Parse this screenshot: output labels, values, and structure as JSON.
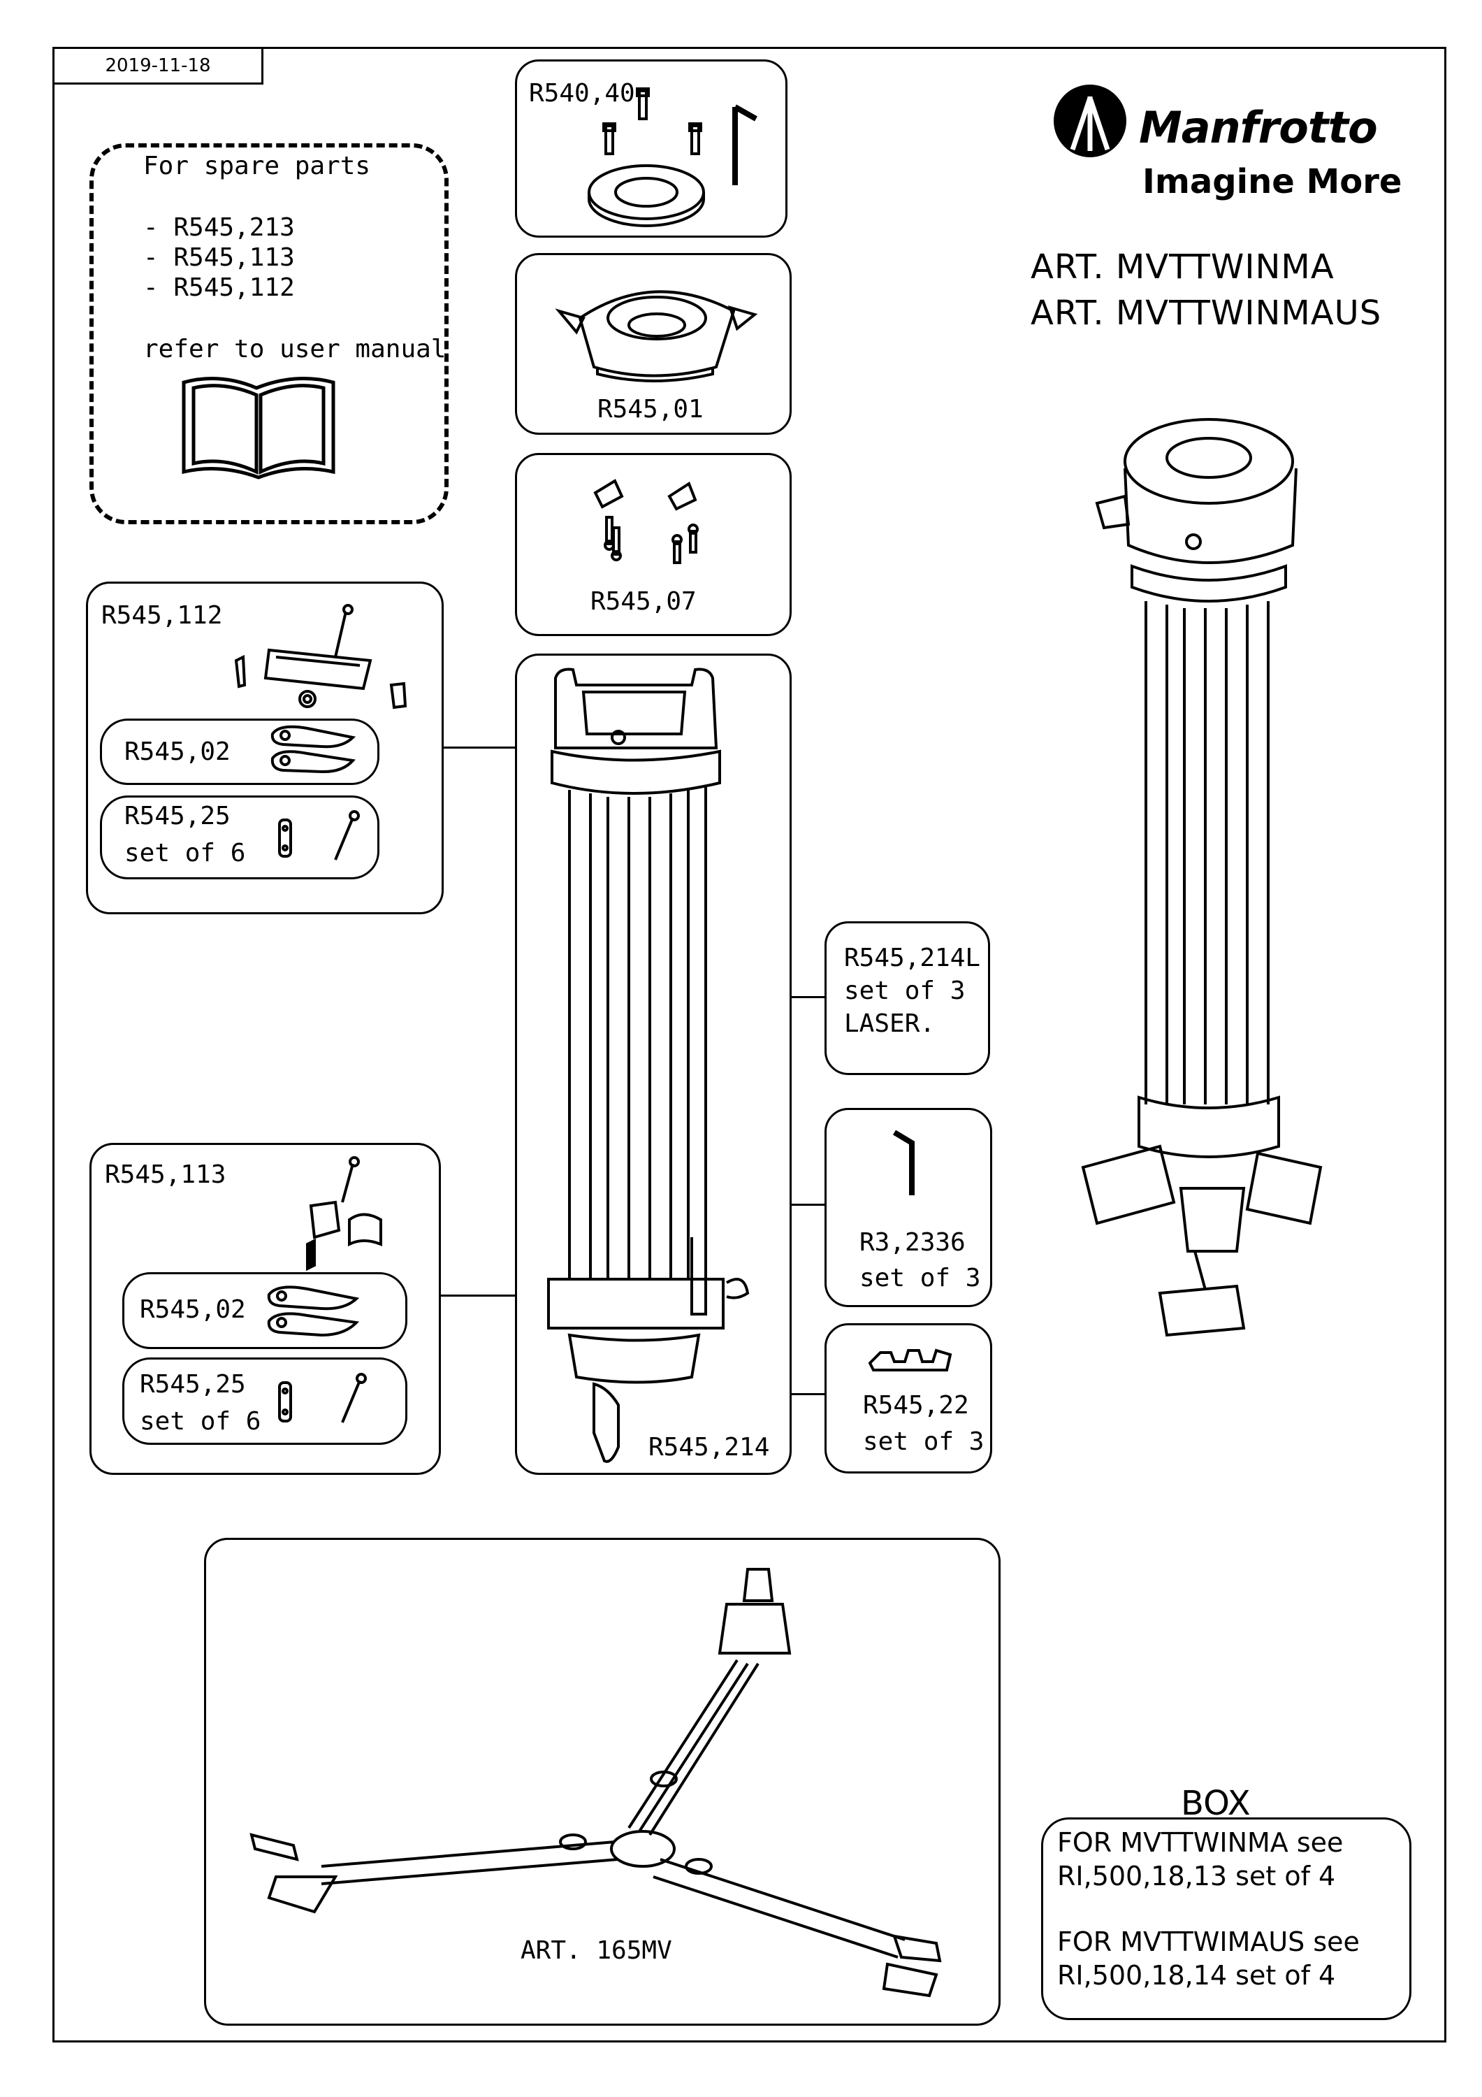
{
  "header": {
    "date": "2019-11-18"
  },
  "brand": {
    "name": "Manfrotto",
    "tagline": "Imagine More"
  },
  "articles": [
    "ART. MVTTWINMA",
    "ART. MVTTWINMAUS"
  ],
  "spare_parts": {
    "title": "For spare parts",
    "items": [
      "- R545,213",
      "- R545,113",
      "- R545,112"
    ],
    "note": "refer to user manual"
  },
  "parts": {
    "r540_40": "R540,40",
    "r545_01": "R545,01",
    "r545_07": "R545,07",
    "r545_112": "R545,112",
    "r545_02_a": "R545,02",
    "r545_25_a": [
      "R545,25",
      "set of 6"
    ],
    "r545_113": "R545,113",
    "r545_02_b": "R545,02",
    "r545_25_b": [
      "R545,25",
      "set of 6"
    ],
    "r545_214": "R545,214",
    "r545_214l": [
      "R545,214L",
      "set of 3",
      "LASER."
    ],
    "r3_2336": [
      "R3,2336",
      "set of 3"
    ],
    "r545_22": [
      "R545,22",
      "set of 3"
    ]
  },
  "spreader": {
    "label": "ART. 165MV"
  },
  "box": {
    "title": "BOX",
    "lines": [
      "FOR MVTTWINMA see",
      "RI,500,18,13 set of 4",
      "",
      "FOR MVTTWIMAUS see",
      "RI,500,18,14 set of 4"
    ]
  }
}
